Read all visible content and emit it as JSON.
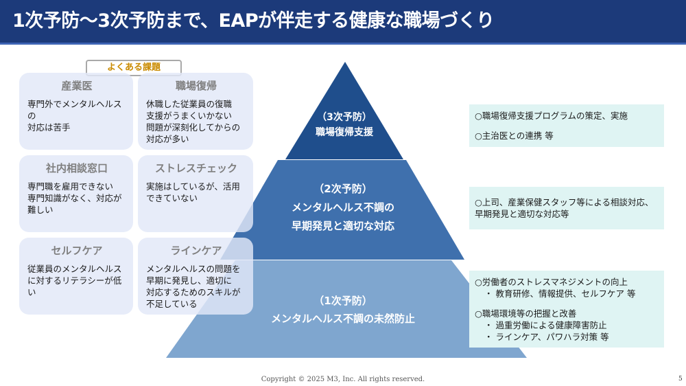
{
  "header": {
    "title": "1次予防～3次予防まで、EAPが伴走する健康な職場づくり"
  },
  "issues": {
    "tag": "よくある課題",
    "cards": [
      {
        "title": "産業医",
        "body": "専門外でメンタルヘルスの\n対応は苦手"
      },
      {
        "title": "職場復帰",
        "body": "休職した従業員の復職\n支援がうまくいかない\n問題が深刻化してからの\n対応が多い"
      },
      {
        "title": "社内相談窓口",
        "body": "専門職を雇用できない\n専門知識がなく、対応が\n難しい"
      },
      {
        "title": "ストレスチェック",
        "body": "実施はしているが、活用\nできていない"
      },
      {
        "title": "セルフケア",
        "body": "従業員のメンタルヘルス\nに対するリテラシーが低い"
      },
      {
        "title": "ラインケア",
        "body": "メンタルヘルスの問題を\n早期に発見し、適切に\n対応するためのスキルが\n不足している"
      }
    ]
  },
  "pyramid": {
    "tier3": {
      "label": "（3次予防）",
      "text": "職場復帰支援"
    },
    "tier2": {
      "label": "（2次予防）",
      "line1": "メンタルヘルス不調の",
      "line2": "早期発見と適切な対応"
    },
    "tier1": {
      "label": "（1次予防）",
      "text": "メンタルヘルス不調の未然防止"
    }
  },
  "measures": {
    "tier3": [
      "○職場復帰支援プログラムの策定、実施",
      "○主治医との連携 等"
    ],
    "tier2": [
      "○上司、産業保健スタッフ等による相談対応、\n  早期発見と適切な対応等"
    ],
    "tier1": {
      "item1": "○労働者のストレスマネジメントの向上",
      "item1_sub": "・ 教育研修、情報提供、セルフケア 等",
      "item2": "○職場環境等の把握と改善",
      "item2_sub1": "・ 過重労働による健康障害防止",
      "item2_sub2": "・ ラインケア、パワハラ対策 等"
    }
  },
  "footer": {
    "copyright": "Copyright © 2025  M3, Inc.  All rights reserved.",
    "page": "5"
  },
  "colors": {
    "header": "#1c3a7a",
    "tier3": "#1f4e8c",
    "tier2": "#3f70ad",
    "tier1": "#7fa6cf",
    "card": "#e2e8f8",
    "measure": "#dff4f3"
  }
}
